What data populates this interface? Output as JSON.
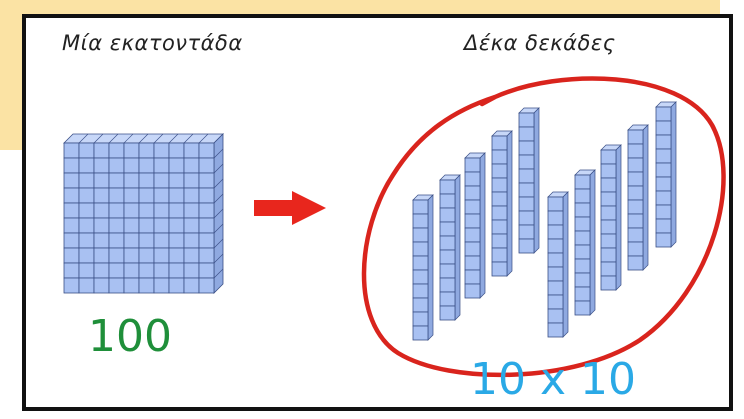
{
  "labels": {
    "left_title": "Μία εκατοντάδα",
    "right_title": "Δέκα δεκάδες",
    "left_number": "100",
    "right_number": "10 x 10"
  },
  "colors": {
    "background_tab": "#fbe3a4",
    "frame_border": "#111111",
    "cube_fill": "#a9c1f2",
    "cube_line": "#3a4f86",
    "arrow": "#e8261d",
    "circle": "#d9241d",
    "left_number": "#1f8f3a",
    "right_number": "#2aa9e6"
  },
  "blocks": {
    "hundred_flat": {
      "rows": 10,
      "cols": 10
    },
    "tens_rods": {
      "count": 10,
      "cubes_per_rod": 10
    }
  }
}
